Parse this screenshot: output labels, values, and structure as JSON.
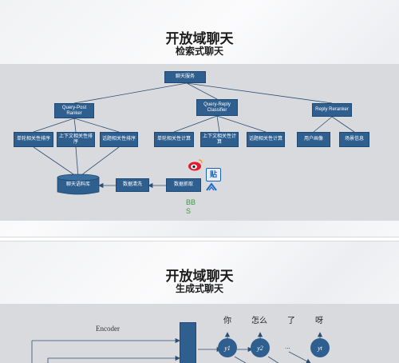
{
  "slide1": {
    "title": "开放域聊天",
    "subtitle": "检索式聊天",
    "nodes": {
      "root": "聊天服务",
      "qpr": "Query-Post Ranker",
      "qrc": "Query-Reply Classifier",
      "rr": "Reply Reranker",
      "n1": "单轮相关性排序",
      "n2": "上下文相关性排序",
      "n3": "话题相关性排序",
      "n4": "单轮相关性计算",
      "n5": "上下文相关性计算",
      "n6": "话题相关性计算",
      "n7": "用户画像",
      "n8": "场景信息",
      "corpus": "聊天语料库",
      "clean": "数据清洗",
      "grab": "数据抓取"
    },
    "logos": {
      "weibo": "weibo-icon",
      "tieba": "贴",
      "zhihu": "zhihu-icon",
      "bbs": "BB\nS"
    }
  },
  "slide2": {
    "title": "开放域聊天",
    "subtitle": "生成式聊天",
    "encoder_label": "Encoder",
    "words": [
      "你",
      "怎么",
      "了",
      "呀"
    ],
    "nodes": [
      "y1",
      "y2",
      "yt"
    ],
    "ellipsis": "..."
  },
  "colors": {
    "box": "#2e5f8e",
    "panel": "#d9dade",
    "line": "#2b4f74"
  }
}
